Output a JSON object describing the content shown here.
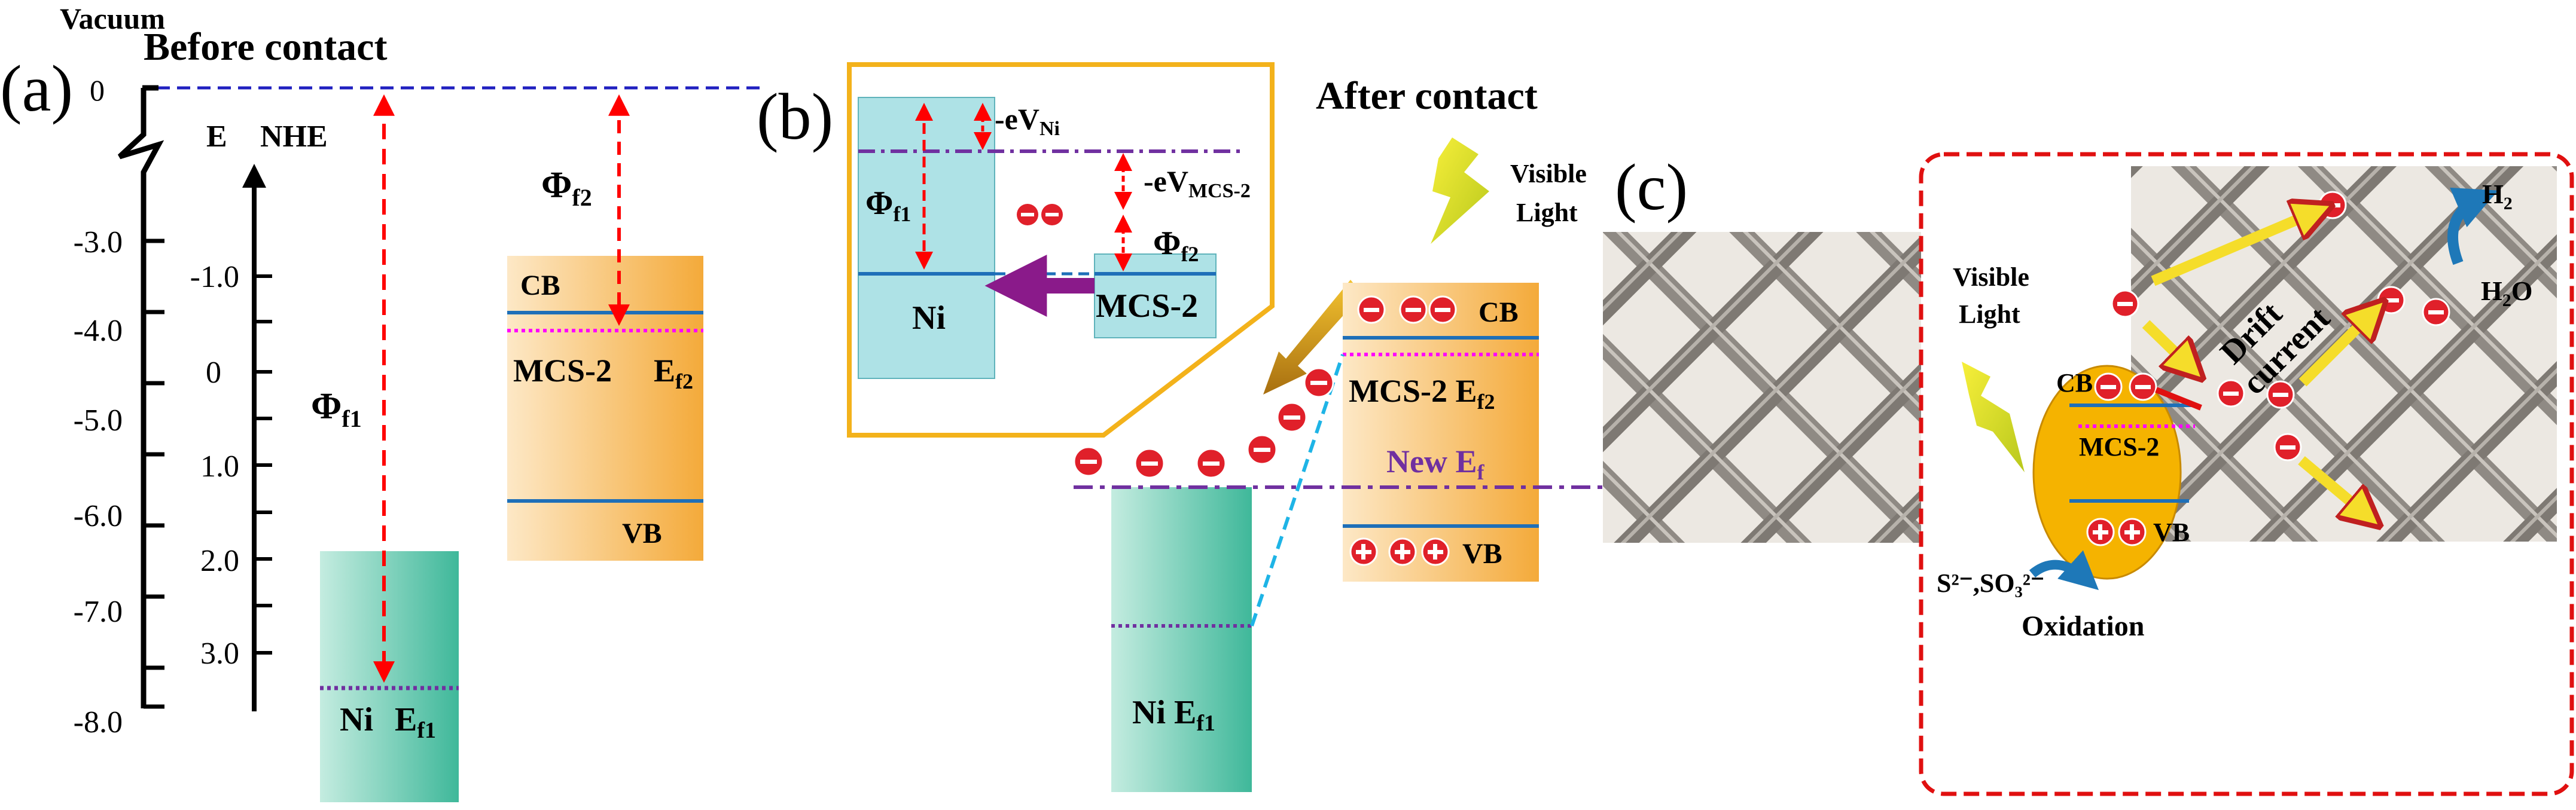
{
  "panel_a": {
    "label": "(a)",
    "title": "Before contact",
    "vacuum": "Vacuum",
    "zero": "0",
    "axis_e": "E",
    "axis_nhe": "NHE",
    "vacuum_ticks": [
      "-3.0",
      "-4.0",
      "-5.0",
      "-6.0",
      "-7.0",
      "-8.0"
    ],
    "nhe_ticks": [
      "-1.0",
      "0",
      "1.0",
      "2.0",
      "3.0"
    ],
    "phi_f1": "Φ",
    "phi_f1_sub": "f1",
    "phi_f2": "Φ",
    "phi_f2_sub": "f2",
    "mcs_box": {
      "cb": "CB",
      "name": "MCS-2",
      "ef": "E",
      "ef_sub": "f2",
      "vb": "VB"
    },
    "ni_box": {
      "name": "Ni",
      "ef": "E",
      "ef_sub": "f1"
    }
  },
  "panel_b": {
    "label": "(b)",
    "title": "After contact",
    "inset": {
      "phi_f1": "Φ",
      "phi_f1_sub": "f1",
      "ni": "Ni",
      "ev_ni": "-eV",
      "ev_ni_sub": "Ni",
      "ev_mcs": "-eV",
      "ev_mcs_sub": "MCS-2",
      "phi_f2": "Φ",
      "phi_f2_sub": "f2",
      "mcs": "MCS-2"
    },
    "light_line1": "Visible",
    "light_line2": "Light",
    "mcs_box": {
      "cb": "CB",
      "name": "MCS-2 E",
      "name_sub": "f2",
      "new_ef": "New E",
      "new_ef_sub": "f",
      "vb": "VB"
    },
    "ni_box": {
      "name": "Ni E",
      "name_sub": "f1"
    }
  },
  "panel_c": {
    "label": "(c)",
    "light_line1": "Visible",
    "light_line2": "Light",
    "cb": "CB",
    "mcs": "MCS-2",
    "vb": "VB",
    "drift_line1": "Drift",
    "drift_line2": "current",
    "h2": "H",
    "h2_sub": "2",
    "h2o": "H",
    "h2o_sub": "2",
    "h2o_end": "O",
    "sacrificial": "S²⁻,SO₃²⁻",
    "oxidation": "Oxidation"
  },
  "colors": {
    "cb_line": "#1e6fb8",
    "ef_magenta": "#ff00ff",
    "ef_purple": "#7030a0",
    "red_arrow": "#ff0000",
    "vacuum_line": "#2020c0",
    "box_border_orange": "#f3b21b",
    "inset_border": "#f3b21b",
    "electron": "#e0202a",
    "teal_box": "#67c6b0",
    "cyan_box": "#aee2e6"
  }
}
